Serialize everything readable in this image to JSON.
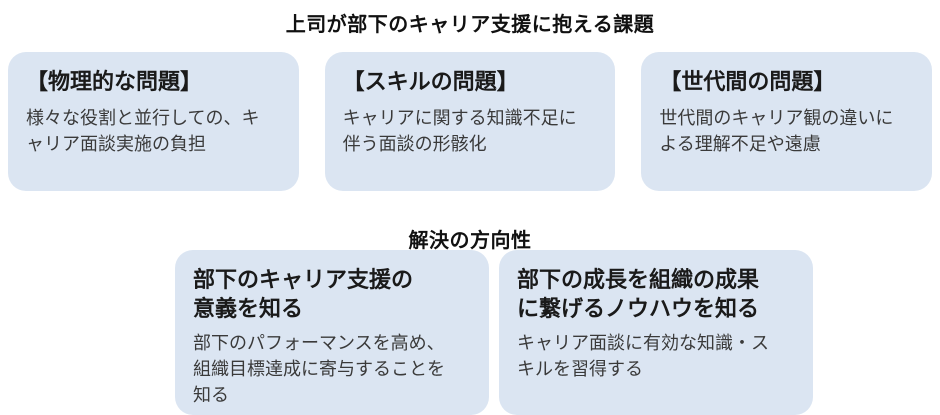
{
  "titles": {
    "challenges": "上司が部下のキャリア支援に抱える課題",
    "solutions": "解決の方向性"
  },
  "colors": {
    "card_background": "#dbe5f2",
    "heading_text": "#1a1a1a",
    "body_text": "#3a3a3a",
    "page_background": "#ffffff"
  },
  "challenges": [
    {
      "heading": "【物理的な問題】",
      "body": "様々な役割と並行しての、キ\nャリア面談実施の負担"
    },
    {
      "heading": "【スキルの問題】",
      "body": "キャリアに関する知識不足に\n伴う面談の形骸化"
    },
    {
      "heading": "【世代間の問題】",
      "body": "世代間のキャリア観の違いに\nよる理解不足や遠慮"
    }
  ],
  "solutions": [
    {
      "heading": "部下のキャリア支援の\n意義を知る",
      "body": "部下のパフォーマンスを高め、\n組織目標達成に寄与することを\n知る"
    },
    {
      "heading": "部下の成長を組織の成果\nに繋げるノウハウを知る",
      "body": "キャリア面談に有効な知識・ス\nキルを習得する"
    }
  ]
}
